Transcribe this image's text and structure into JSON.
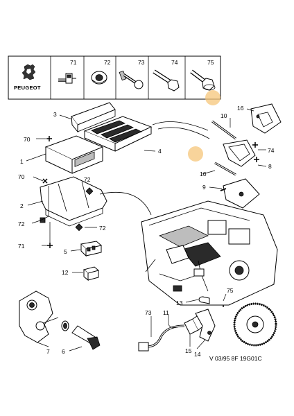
{
  "brand": {
    "logo_text": "PEUGEOT"
  },
  "header_parts": [
    {
      "num": "71",
      "icon": "wire-clip"
    },
    {
      "num": "72",
      "icon": "nut"
    },
    {
      "num": "73",
      "icon": "stud-bolt"
    },
    {
      "num": "74",
      "icon": "hex-bolt"
    },
    {
      "num": "75",
      "icon": "flange-bolt"
    }
  ],
  "callouts": {
    "c3": "3",
    "c70a": "70",
    "c1": "1",
    "c4": "4",
    "c70b": "70",
    "c72a": "72",
    "c2": "2",
    "c72b": "72",
    "c72c": "72",
    "c71": "71",
    "c5": "5",
    "c12": "12",
    "c16": "16",
    "c10a": "10",
    "c74": "74",
    "c8": "8",
    "c10b": "10",
    "c9": "9",
    "c13": "13",
    "c75": "75",
    "c73": "73",
    "c11": "11",
    "c15": "15",
    "c7": "7",
    "c6": "6",
    "c14": "14"
  },
  "footer": {
    "ref": "V 03/95 8F 19G01C"
  }
}
